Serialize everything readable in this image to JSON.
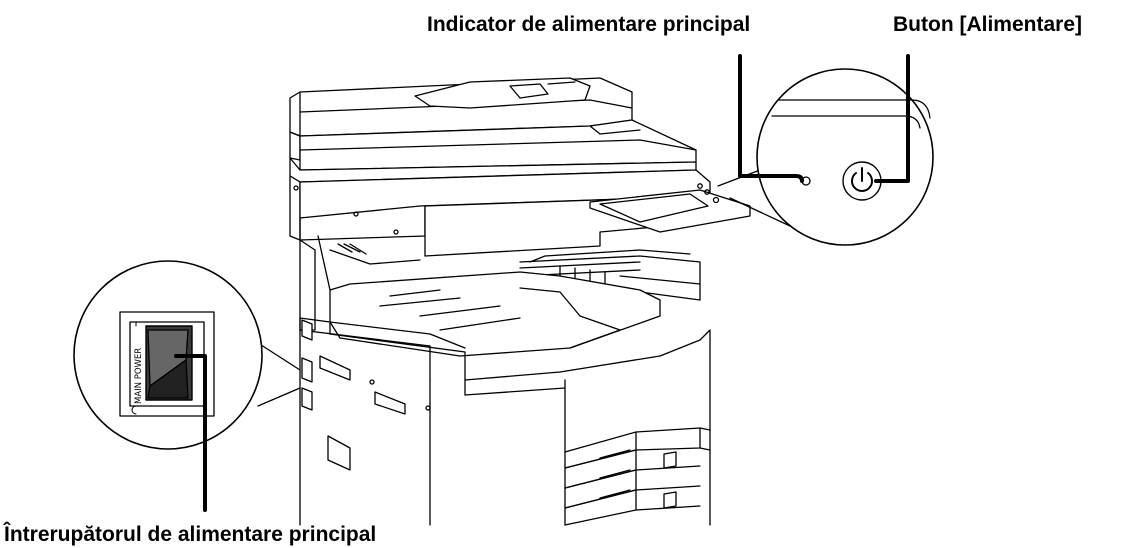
{
  "labels": {
    "main_power_indicator": "Indicator de alimentare principal",
    "power_button": "Buton [Alimentare]",
    "main_power_switch": "Întrerupătorul de alimentare principal"
  },
  "switch_text": "MAIN POWER",
  "icons": [
    "power-symbol-icon",
    "main-power-rocker-switch"
  ],
  "colors": {
    "line": "#000000",
    "background": "#ffffff",
    "switch_fill": "#555555"
  }
}
